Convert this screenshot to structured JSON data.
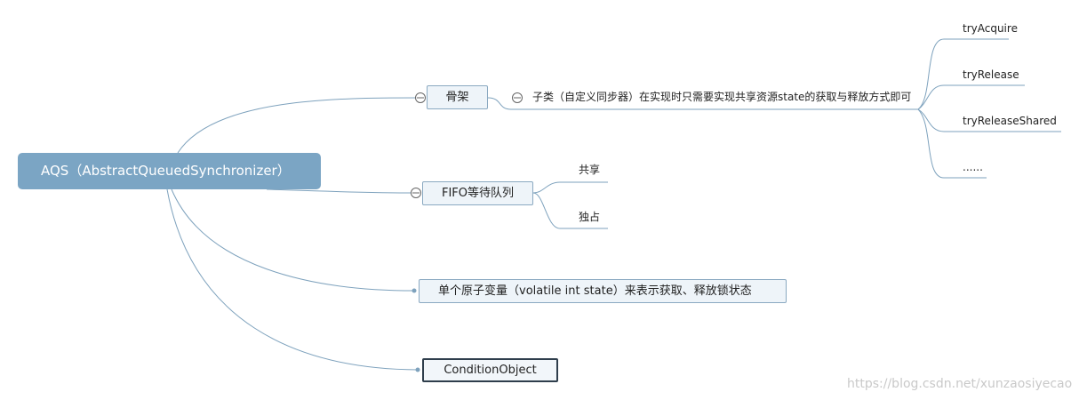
{
  "root": {
    "label": "AQS（AbstractQueuedSynchronizer）"
  },
  "skeleton": {
    "label": "骨架",
    "subclass": {
      "label": "子类（自定义同步器）在实现时只需要实现共享资源state的获取与释放方式即可",
      "methods": [
        "tryAcquire",
        "tryRelease",
        "tryReleaseShared",
        "......"
      ]
    }
  },
  "fifo": {
    "label": "FIFO等待队列",
    "children": [
      "共享",
      "独占"
    ]
  },
  "state": {
    "label": "单个原子变量（volatile int state）来表示获取、释放锁状态"
  },
  "condition": {
    "label": "ConditionObject"
  },
  "watermark": "https://blog.csdn.net/xunzaosiyecao",
  "colors": {
    "root_fill": "#7ba5c4",
    "link": "#7ea2bd",
    "node_fill": "#eef4f9",
    "node_border": "#8aa9c1"
  }
}
